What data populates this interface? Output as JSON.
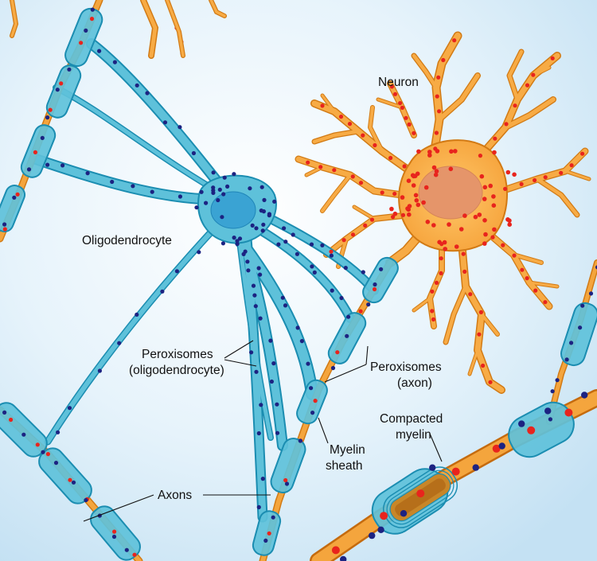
{
  "labels": {
    "neuron": "Neuron",
    "oligodendrocyte": "Oligodendrocyte",
    "peroxisomes_oligo": [
      "Peroxisomes",
      "(oligodendrocyte)"
    ],
    "peroxisomes_axon": [
      "Peroxisomes",
      "(axon)"
    ],
    "compacted_myelin": [
      "Compacted",
      "myelin"
    ],
    "myelin_sheath": [
      "Myelin",
      "sheath"
    ],
    "axons": "Axons"
  },
  "colors": {
    "background": "#d3e9f7",
    "myelin_fill": "#5ec1da",
    "myelin_stroke": "#1b8db1",
    "neuron_fill": "#f7ab45",
    "neuron_stroke": "#d27a14",
    "nucleus_neuron": "#e5956a",
    "nucleus_oligo": "#3aa3d3",
    "axon_fill": "#f4a53d",
    "peroxisome_axon": "#e8241d",
    "peroxisome_oligo": "#1c2382"
  }
}
